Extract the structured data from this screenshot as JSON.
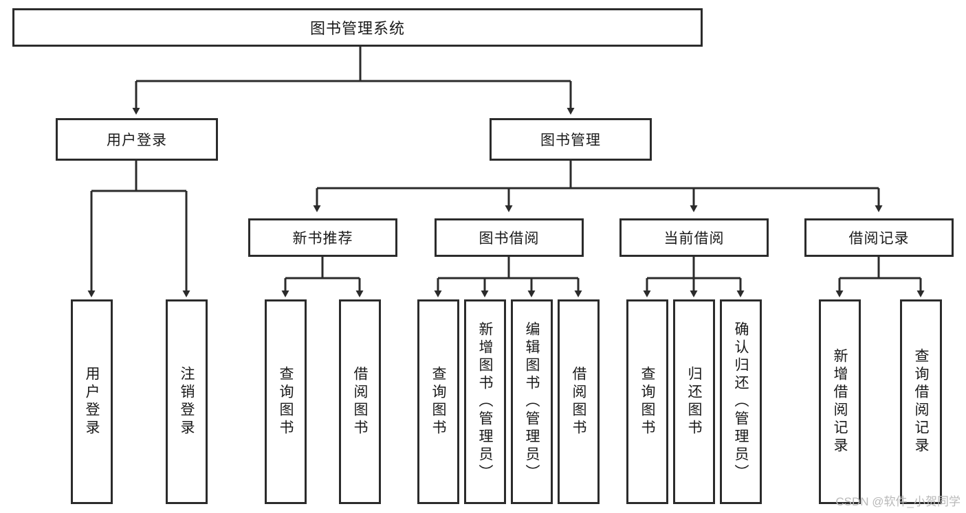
{
  "diagram": {
    "title": "图书管理系统",
    "type": "hierarchy-tree",
    "colors": {
      "line": "#2b2b2b",
      "box_fill": "#ffffff",
      "text": "#1a1a1a",
      "watermark": "#b9b9b9"
    },
    "nodes": {
      "root": {
        "label": "图书管理系统"
      },
      "level1": [
        {
          "id": "user-login",
          "label": "用户登录"
        },
        {
          "id": "book-manage",
          "label": "图书管理"
        }
      ],
      "level2": [
        {
          "id": "new-book-recommend",
          "label": "新书推荐"
        },
        {
          "id": "book-borrow",
          "label": "图书借阅"
        },
        {
          "id": "current-borrow",
          "label": "当前借阅"
        },
        {
          "id": "borrow-record",
          "label": "借阅记录"
        }
      ],
      "leaves": {
        "user-login": [
          {
            "id": "leaf-user-login",
            "label": "用户登录"
          },
          {
            "id": "leaf-logout-login",
            "label": "注销登录"
          }
        ],
        "new-book-recommend": [
          {
            "id": "leaf-query-book-1",
            "label": "查询图书"
          },
          {
            "id": "leaf-borrow-book-1",
            "label": "借阅图书"
          }
        ],
        "book-borrow": [
          {
            "id": "leaf-query-book-2",
            "label": "查询图书"
          },
          {
            "id": "leaf-add-book",
            "label": "新增图书（管理员）"
          },
          {
            "id": "leaf-edit-book",
            "label": "编辑图书（管理员）"
          },
          {
            "id": "leaf-borrow-book-2",
            "label": "借阅图书"
          }
        ],
        "current-borrow": [
          {
            "id": "leaf-query-book-3",
            "label": "查询图书"
          },
          {
            "id": "leaf-return-book",
            "label": "归还图书"
          },
          {
            "id": "leaf-confirm-return",
            "label": "确认归还（管理员）"
          }
        ],
        "borrow-record": [
          {
            "id": "leaf-add-record",
            "label": "新增借阅记录"
          },
          {
            "id": "leaf-query-record",
            "label": "查询借阅记录"
          }
        ]
      }
    }
  },
  "watermark": {
    "text": "CSDN @软件_小贺同学"
  }
}
